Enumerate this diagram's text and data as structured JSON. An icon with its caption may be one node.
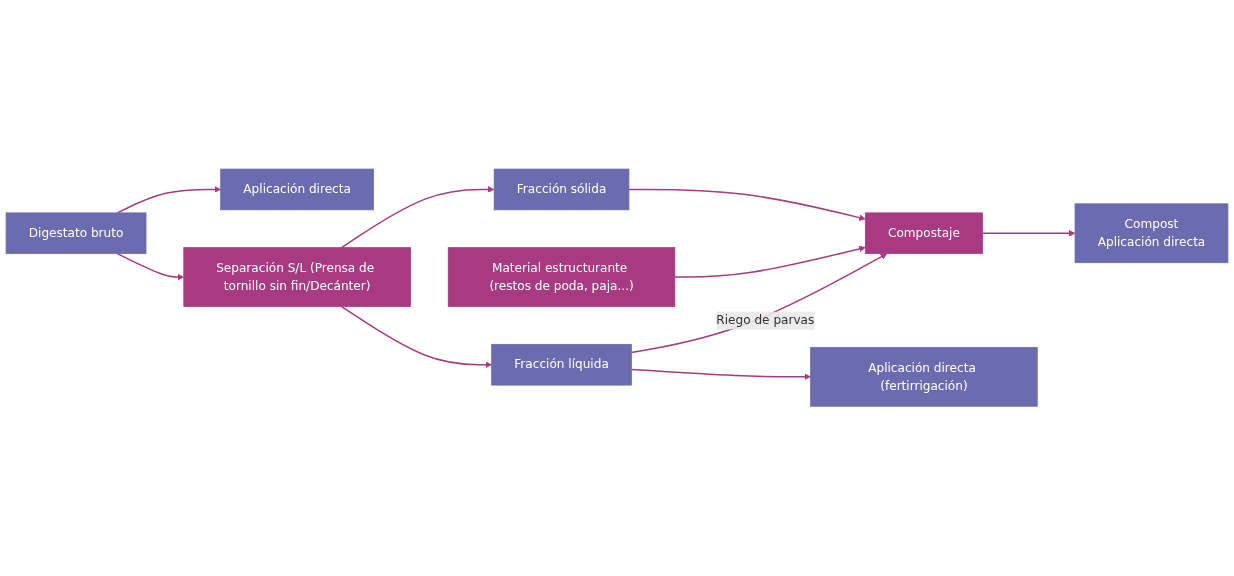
{
  "diagram": {
    "nodes": [
      {
        "text": [
          "Digestato bruto"
        ]
      },
      {
        "text": [
          "Aplicación directa"
        ]
      },
      {
        "text": [
          "Separación S/L (Prensa de tornillo sin fin/Decánter)"
        ]
      },
      {
        "text": [
          "Material estructurante (restos de poda, paja...)"
        ]
      },
      {
        "text": [
          "Fracción sólida"
        ]
      },
      {
        "text": [
          "Compostaje"
        ]
      },
      {
        "text": [
          "Compost",
          "Aplicación directa"
        ]
      },
      {
        "text": [
          "Fracción líquida"
        ]
      },
      {
        "text": [
          "Aplicación directa (fertirrigación)"
        ]
      }
    ],
    "edges": [
      {
        "from": 0,
        "to": 1,
        "arrow": "to"
      },
      {
        "from": 0,
        "to": 2,
        "arrow": "to"
      },
      {
        "from": 2,
        "to": 4,
        "arrow": "to"
      },
      {
        "from": 2,
        "to": 7,
        "arrow": "to"
      },
      {
        "from": 4,
        "to": 5,
        "arrow": "to"
      },
      {
        "from": 3,
        "to": 5,
        "arrow": "to"
      },
      {
        "from": 5,
        "to": 6,
        "arrow": "to"
      },
      {
        "from": 7,
        "to": 8,
        "arrow": "to"
      },
      {
        "from": 7,
        "to": 5,
        "arrow": "to",
        "label": "Riego de parvas"
      }
    ]
  }
}
